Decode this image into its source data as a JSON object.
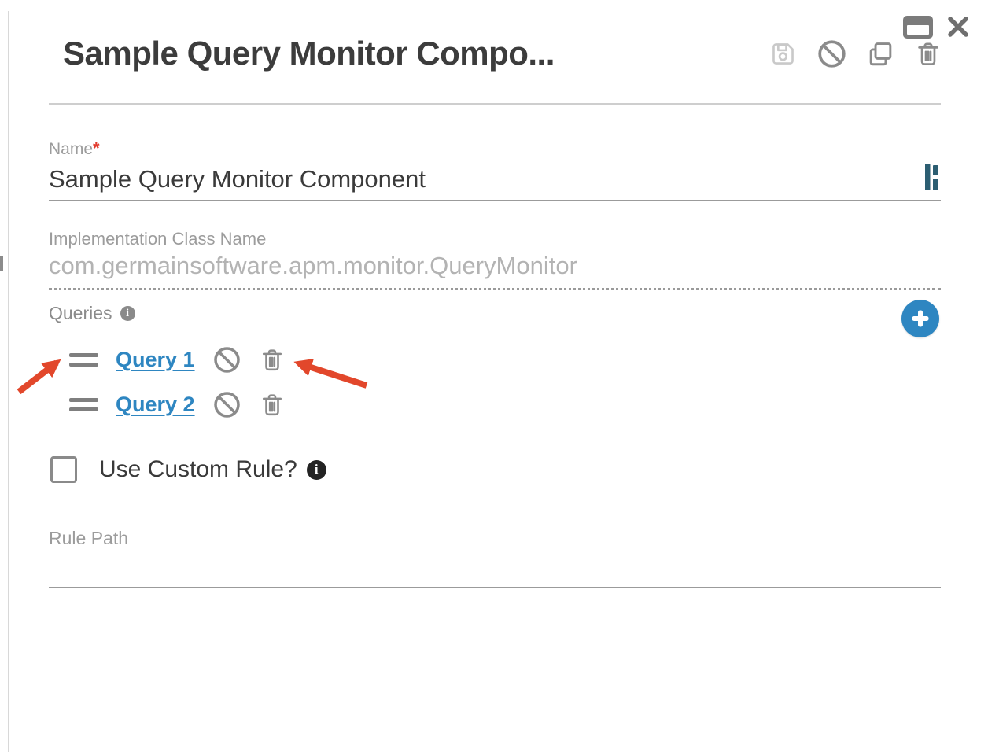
{
  "window": {
    "controls": {
      "maximize": "maximize-window",
      "close": "close-panel"
    }
  },
  "header": {
    "title": "Sample Query Monitor Compo...",
    "actions": {
      "save": "save",
      "disable": "disable",
      "duplicate": "duplicate",
      "delete": "delete"
    }
  },
  "form": {
    "name": {
      "label": "Name",
      "required_marker": "*",
      "value": "Sample Query Monitor Component"
    },
    "implementation_class": {
      "label": "Implementation Class Name",
      "value": "com.germainsoftware.apm.monitor.QueryMonitor",
      "disabled": true
    },
    "queries": {
      "label": "Queries",
      "info_icon": "info",
      "add_icon": "plus",
      "items": [
        {
          "label": "Query 1",
          "actions": [
            "disable",
            "delete"
          ]
        },
        {
          "label": "Query 2",
          "actions": [
            "disable",
            "delete"
          ]
        }
      ]
    },
    "use_custom_rule": {
      "label": "Use Custom Rule?",
      "checked": false,
      "info_icon": "info"
    },
    "rule_path": {
      "label": "Rule Path",
      "value": ""
    }
  },
  "info_glyph": "i",
  "annotations": {
    "arrow_targets": [
      "drag-handle-query-1",
      "delete-query-1"
    ]
  },
  "colors": {
    "accent_blue": "#2e86c1",
    "link_blue": "#2e86c1",
    "annotation_red": "#e2472b",
    "icon_gray": "#8b8b8b",
    "disabled_icon_gray": "#c9c9c9",
    "teal_logo": "#2c5e72",
    "title_text": "#3c3c3c",
    "label_gray": "#9c9c9c"
  }
}
